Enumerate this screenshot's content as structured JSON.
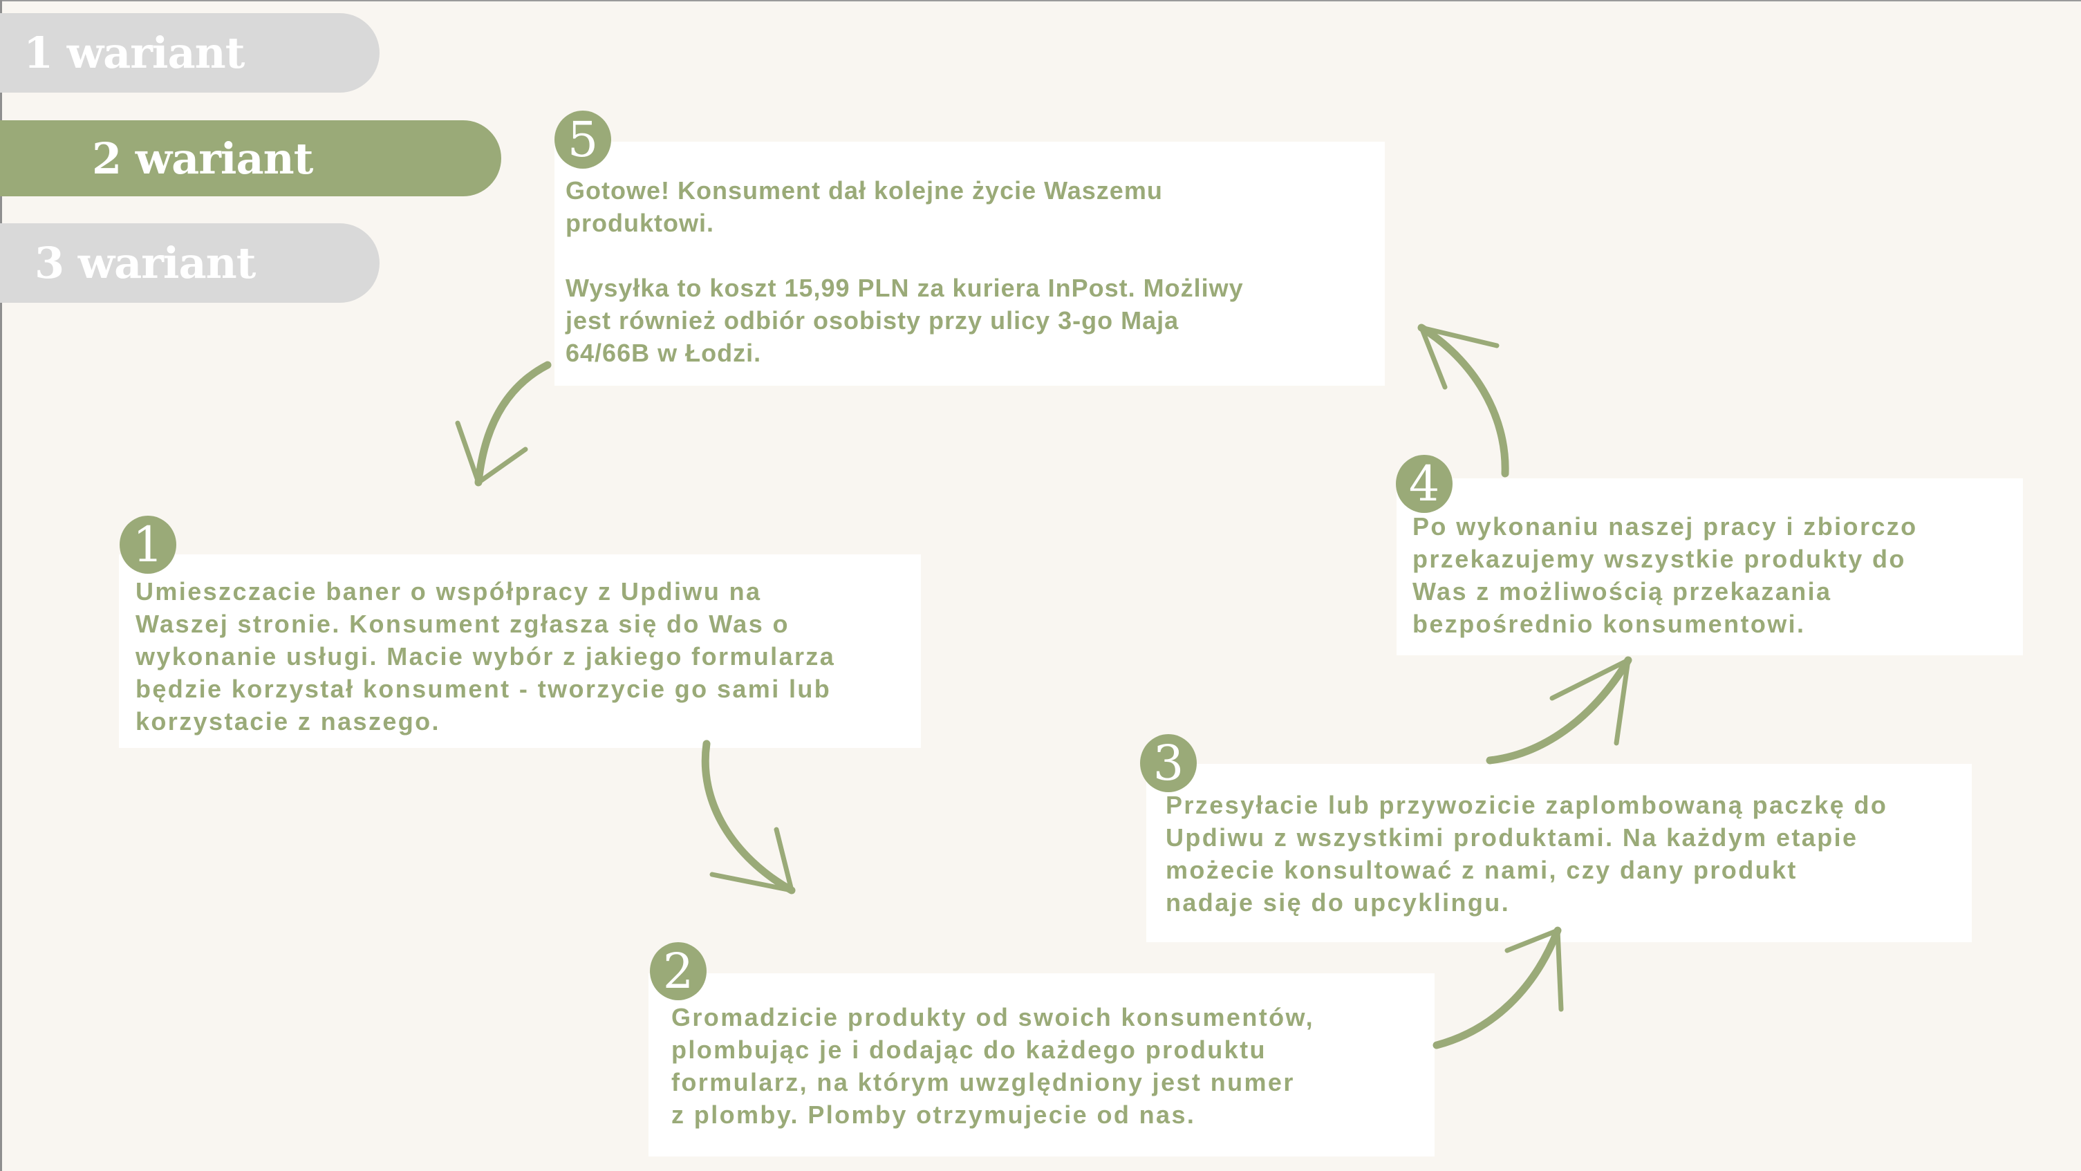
{
  "tabs": [
    {
      "label": "1 wariant",
      "active": false
    },
    {
      "label": "2 wariant",
      "active": true
    },
    {
      "label": "3 wariant",
      "active": false
    }
  ],
  "steps": [
    {
      "number": "1",
      "text": "Umieszczacie baner o współpracy z Updiwu na\nWaszej stronie. Konsument zgłasza się do Was o\nwykonanie usługi. Macie wybór z jakiego formularza\nbędzie korzystał konsument - tworzycie go sami lub\nkorzystacie z naszego."
    },
    {
      "number": "2",
      "text": "Gromadzicie produkty od swoich konsumentów,\nplombując je i dodając do każdego produktu\nformularz, na którym uwzględniony jest numer\nz plomby. Plomby otrzymujecie od nas."
    },
    {
      "number": "3",
      "text": "Przesyłacie lub przywozicie zaplombowaną paczkę do\nUpdiwu z wszystkimi produktami. Na każdym etapie\nmożecie konsultować z nami, czy dany produkt\nnadaje się do upcyklingu."
    },
    {
      "number": "4",
      "text": "Po wykonaniu naszej pracy i zbiorczo\nprzekazujemy wszystkie produkty do\nWas z możliwością przekazania\nbezpośrednio konsumentowi."
    },
    {
      "number": "5",
      "text": "Gotowe! Konsument dał kolejne życie Waszemu\nproduktowi.\n\nWysyłka to koszt 15,99 PLN za kuriera InPost. Możliwy\njest również odbiór osobisty przy ulicy 3-go Maja\n64/66B w Łodzi."
    }
  ],
  "colors": {
    "accent": "#9aaa78",
    "inactive_tab": "#d9d9d9",
    "background": "#f9f6f1",
    "card": "#ffffff"
  }
}
